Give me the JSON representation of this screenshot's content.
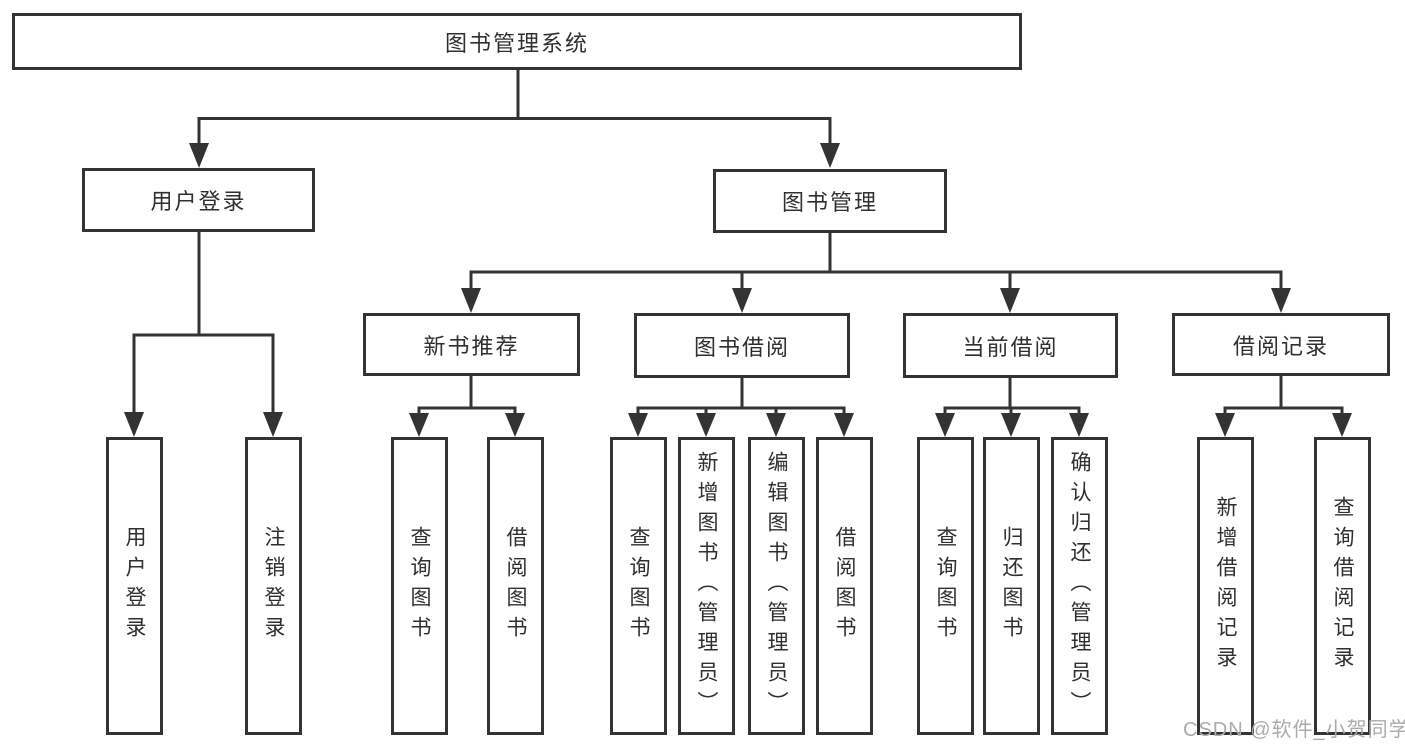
{
  "diagram": {
    "root": {
      "label": "图书管理系统"
    },
    "level2": [
      {
        "label": "用户登录"
      },
      {
        "label": "图书管理"
      }
    ],
    "level3": [
      {
        "label": "新书推荐"
      },
      {
        "label": "图书借阅"
      },
      {
        "label": "当前借阅"
      },
      {
        "label": "借阅记录"
      }
    ],
    "leaves": {
      "user_login": [
        {
          "label": "用户登录"
        },
        {
          "label": "注销登录"
        }
      ],
      "new_book": [
        {
          "label": "查询图书"
        },
        {
          "label": "借阅图书"
        }
      ],
      "book_borrow": [
        {
          "label": "查询图书"
        },
        {
          "label": "新增图书（管理员）"
        },
        {
          "label": "编辑图书（管理员）"
        },
        {
          "label": "借阅图书"
        }
      ],
      "current_borrow": [
        {
          "label": "查询图书"
        },
        {
          "label": "归还图书"
        },
        {
          "label": "确认归还（管理员）"
        }
      ],
      "borrow_records": [
        {
          "label": "新增借阅记录"
        },
        {
          "label": "查询借阅记录"
        }
      ]
    },
    "colors": {
      "line": "#333333",
      "text": "#2f2f2f",
      "background": "#ffffff"
    }
  },
  "watermark": {
    "text": "CSDN @软件_小贺同学",
    "color": "#ababab"
  }
}
